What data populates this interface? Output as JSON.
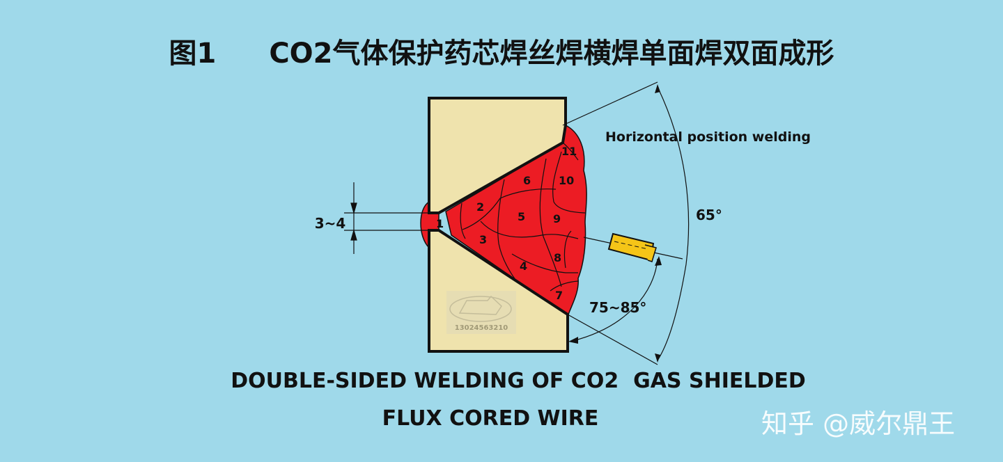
{
  "title": {
    "figure_label": "图1",
    "text": "CO2气体保护药芯焊丝焊横焊单面焊双面成形"
  },
  "labels": {
    "position": "Horizontal  position  welding",
    "gap": "3~4",
    "angle_groove": "65°",
    "angle_torch": "75~85°"
  },
  "passes": [
    "1",
    "2",
    "3",
    "4",
    "5",
    "6",
    "7",
    "8",
    "9",
    "10",
    "11"
  ],
  "stamp_text": "13024563210",
  "caption": {
    "line1": "DOUBLE-SIDED WELDING OF CO2  GAS SHIELDED",
    "line2": "FLUX CORED WIRE"
  },
  "watermark": "知乎 @威尔鼎王",
  "colors": {
    "background": "#9fd9ea",
    "plate": "#efe3ad",
    "weld": "#ec1c24",
    "torch": "#f5c518"
  }
}
